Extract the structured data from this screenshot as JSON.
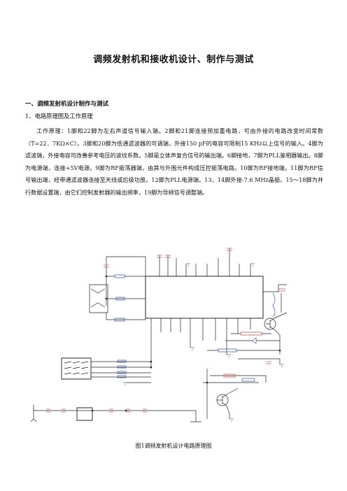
{
  "document": {
    "title": "调频发射机和接收机设计、制作与测试",
    "section_heading": "一、调频发射机设计制作与测试",
    "subsection_heading": "1、电路原理图及工作原理",
    "paragraph": "工作原理：1脚和22脚为左右声道信号输入端。2脚和21脚连接预加重电路，可由外接的电路改变时间常数（T=22．7KΩ×C）。3脚和20脚为低通滤波器的可调端，外接150 pF的电容可限制15 KHz以上信号的输入。4脚为滤波端，外接电容可改善参考电压的波纹系数。5脚是立体声复合信号的输出端。6脚接地，7脚为PLL鉴相器输出。8脚为电源端，连接+5V电源。9脚为RF振荡器端，由其与外围元件构成压控振荡电路。10脚为RF接地端。11脚为RF信号输出端，经带通滤波器连接至天线或后级功放。12脚为PLL电源端。13、14脚外接-7.6 MHz晶振。15～18脚为并行数据设置端，由它们控制发射器的输出频率，19脚为导频信号调整端。",
    "figure_caption": "图1调频发射机设计电路原理图"
  },
  "colors": {
    "text": "#111111",
    "wire": "#222222",
    "component_red": "#c0504d",
    "component_blue": "#3a5aa8",
    "component_green": "#4a8a4a"
  }
}
